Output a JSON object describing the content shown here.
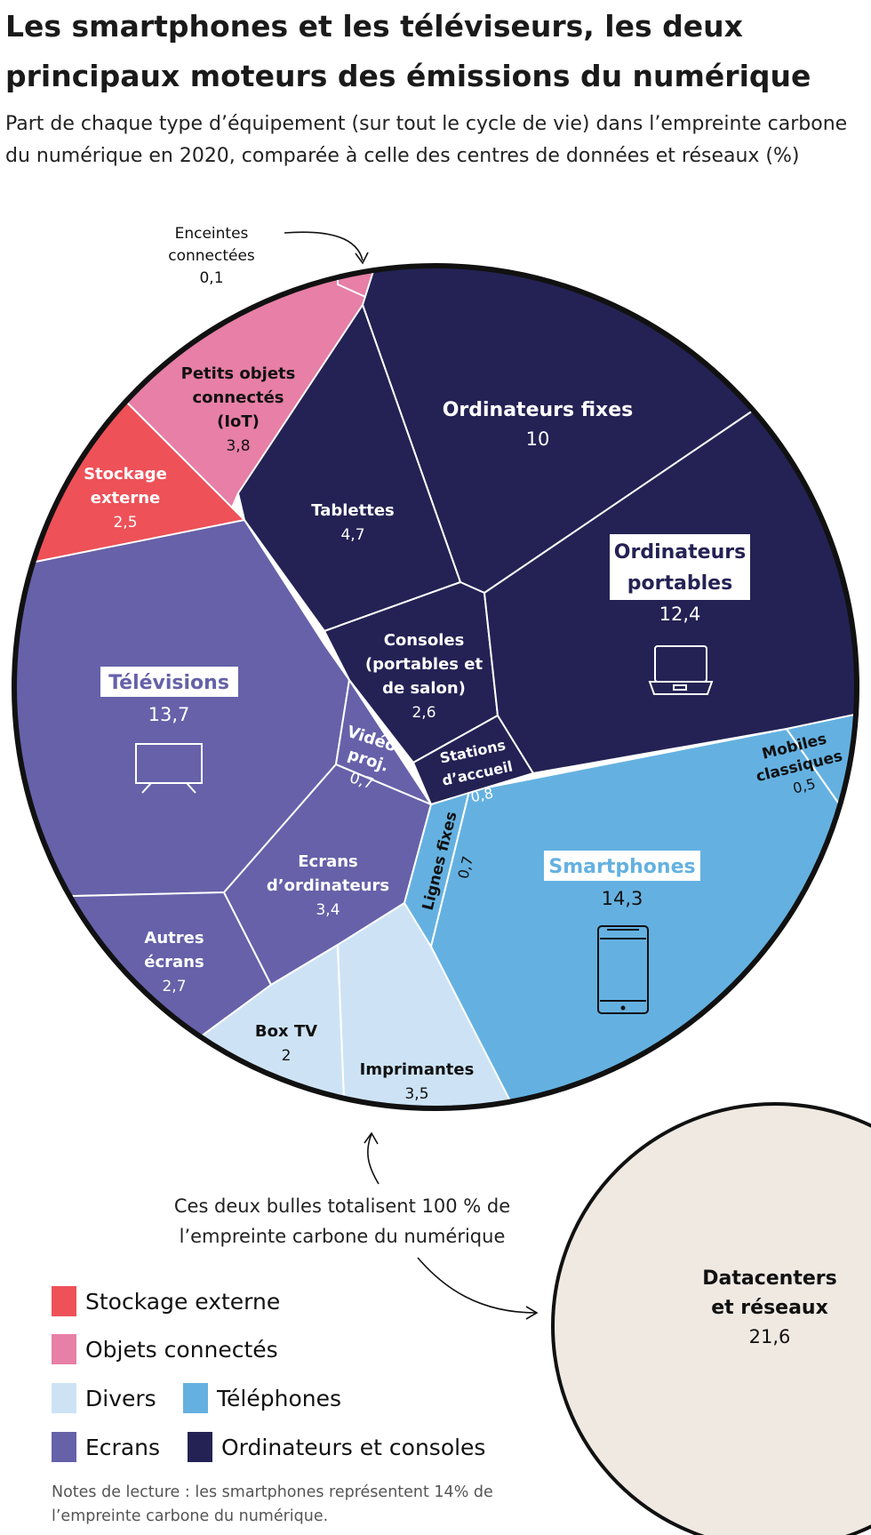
{
  "title_line1": "Les smartphones et les téléviseurs, les deux",
  "title_line2": "principaux moteurs des émissions du numérique",
  "subtitle": "Part de chaque type d’équipement (sur tout le cycle de vie) dans l’empreinte carbone du numérique en 2020, comparée à celle des centres de données et réseaux (%)",
  "colors": {
    "stockage": "#ee5158",
    "objets": "#e77fa6",
    "divers": "#cde3f5",
    "telephones": "#64b1e1",
    "ecrans": "#6661a9",
    "ordinateurs": "#242254",
    "datacenters": "#efe9e2"
  },
  "chart_data": {
    "type": "voronoi-treemap",
    "unit": "%",
    "categories": [
      {
        "name": "Stockage externe",
        "color_key": "stockage"
      },
      {
        "name": "Objets connectés",
        "color_key": "objets"
      },
      {
        "name": "Divers",
        "color_key": "divers"
      },
      {
        "name": "Téléphones",
        "color_key": "telephones"
      },
      {
        "name": "Ecrans",
        "color_key": "ecrans"
      },
      {
        "name": "Ordinateurs et consoles",
        "color_key": "ordinateurs"
      }
    ],
    "segments": [
      {
        "label": "Enceintes connectées",
        "value": "0,1",
        "category": "Objets connectés"
      },
      {
        "label": "Petits objets connectés (IoT)",
        "value": "3,8",
        "category": "Objets connectés"
      },
      {
        "label": "Stockage externe",
        "value": "2,5",
        "category": "Stockage externe"
      },
      {
        "label": "Ordinateurs fixes",
        "value": "10",
        "category": "Ordinateurs et consoles"
      },
      {
        "label": "Tablettes",
        "value": "4,7",
        "category": "Ordinateurs et consoles"
      },
      {
        "label": "Ordinateurs portables",
        "value": "12,4",
        "category": "Ordinateurs et consoles"
      },
      {
        "label": "Consoles (portables et de salon)",
        "value": "2,6",
        "category": "Ordinateurs et consoles"
      },
      {
        "label": "Stations d’accueil",
        "value": "0,8",
        "category": "Ordinateurs et consoles"
      },
      {
        "label": "Télévisions",
        "value": "13,7",
        "category": "Ecrans"
      },
      {
        "label": "Vidéo-proj.",
        "value": "0,7",
        "category": "Ecrans"
      },
      {
        "label": "Ecrans d’ordinateurs",
        "value": "3,4",
        "category": "Ecrans"
      },
      {
        "label": "Autres écrans",
        "value": "2,7",
        "category": "Ecrans"
      },
      {
        "label": "Mobiles classiques",
        "value": "0,5",
        "category": "Téléphones"
      },
      {
        "label": "Smartphones",
        "value": "14,3",
        "category": "Téléphones"
      },
      {
        "label": "Lignes fixes",
        "value": "0,7",
        "category": "Téléphones"
      },
      {
        "label": "Box TV",
        "value": "2",
        "category": "Divers"
      },
      {
        "label": "Imprimantes",
        "value": "3,5",
        "category": "Divers"
      }
    ],
    "second_bubble": {
      "label": "Datacenters et réseaux",
      "value": "21,6"
    }
  },
  "labels": {
    "enceintes": [
      "Enceintes",
      "connectées",
      "0,1"
    ],
    "iot": [
      "Petits objets",
      "connectés",
      "(IoT)",
      "3,8"
    ],
    "stockage": [
      "Stockage",
      "externe",
      "2,5"
    ],
    "fixes": [
      "Ordinateurs fixes",
      "10"
    ],
    "tablettes": [
      "Tablettes",
      "4,7"
    ],
    "portables": [
      "Ordinateurs",
      "portables",
      "12,4"
    ],
    "consoles": [
      "Consoles",
      "(portables et",
      "de salon)",
      "2,6"
    ],
    "stations": [
      "Stations",
      "d’accueil",
      "0,8"
    ],
    "televisions": [
      "Télévisions",
      "13,7"
    ],
    "videoproj": [
      "Vidéo-",
      "proj.",
      "0,7"
    ],
    "ecrans_ordi": [
      "Ecrans",
      "d’ordinateurs",
      "3,4"
    ],
    "autres": [
      "Autres",
      "écrans",
      "2,7"
    ],
    "mobiles": [
      "Mobiles",
      "classiques",
      "0,5"
    ],
    "smartphones": [
      "Smartphones",
      "14,3"
    ],
    "lignes": [
      "Lignes fixes",
      "0,7"
    ],
    "boxtv": [
      "Box TV",
      "2"
    ],
    "imprimantes": [
      "Imprimantes",
      "3,5"
    ],
    "datacenters": [
      "Datacenters",
      "et réseaux",
      "21,6"
    ]
  },
  "callout": "Ces deux bulles totalisent 100 % de l’empreinte carbone du numérique",
  "legend": [
    "Stockage externe",
    "Objets connectés",
    "Divers",
    "Téléphones",
    "Ecrans",
    "Ordinateurs et consoles"
  ],
  "note": "Notes de lecture : les smartphones représentent 14% de l’empreinte carbone du numérique."
}
